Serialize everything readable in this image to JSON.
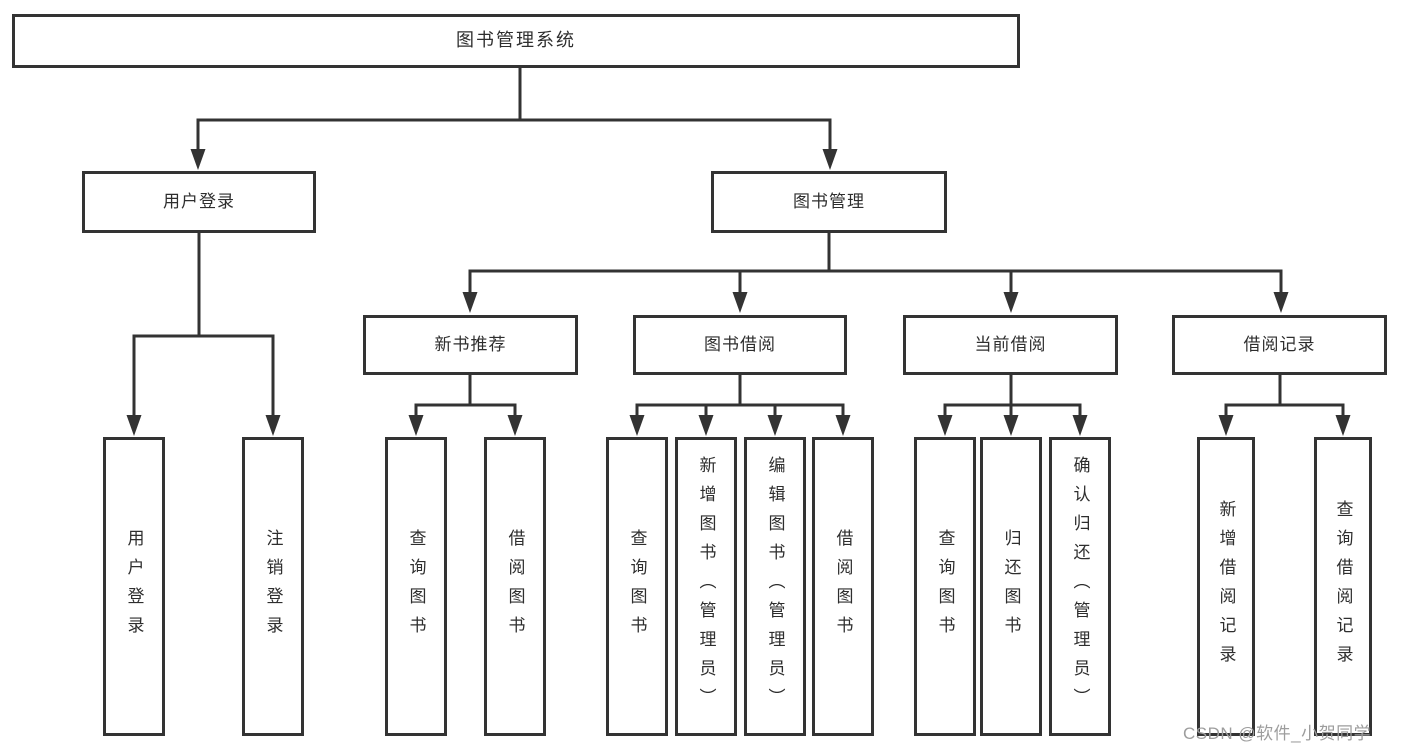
{
  "tree": {
    "root": {
      "label": "图书管理系统"
    },
    "level2": [
      {
        "label": "用户登录"
      },
      {
        "label": "图书管理"
      }
    ],
    "level3": [
      {
        "label": "新书推荐"
      },
      {
        "label": "图书借阅"
      },
      {
        "label": "当前借阅"
      },
      {
        "label": "借阅记录"
      }
    ],
    "leaves": {
      "user_login": [
        {
          "label": "用户登录"
        },
        {
          "label": "注销登录"
        }
      ],
      "new_book_recommend": [
        {
          "label": "查询图书"
        },
        {
          "label": "借阅图书"
        }
      ],
      "book_borrow": [
        {
          "label": "查询图书"
        },
        {
          "label": "新增图书（管理员）"
        },
        {
          "label": "编辑图书（管理员）"
        },
        {
          "label": "借阅图书"
        }
      ],
      "current_borrow": [
        {
          "label": "查询图书"
        },
        {
          "label": "归还图书"
        },
        {
          "label": "确认归还（管理员）"
        }
      ],
      "borrow_records": [
        {
          "label": "新增借阅记录"
        },
        {
          "label": "查询借阅记录"
        }
      ]
    }
  },
  "watermark": {
    "text": "CSDN @软件_小贺同学",
    "color": "#9d9d9d"
  },
  "colors": {
    "line": "#333333",
    "box_border": "#333333",
    "box_fill": "#ffffff",
    "text": "#2e2e2e",
    "background": "#ffffff"
  }
}
